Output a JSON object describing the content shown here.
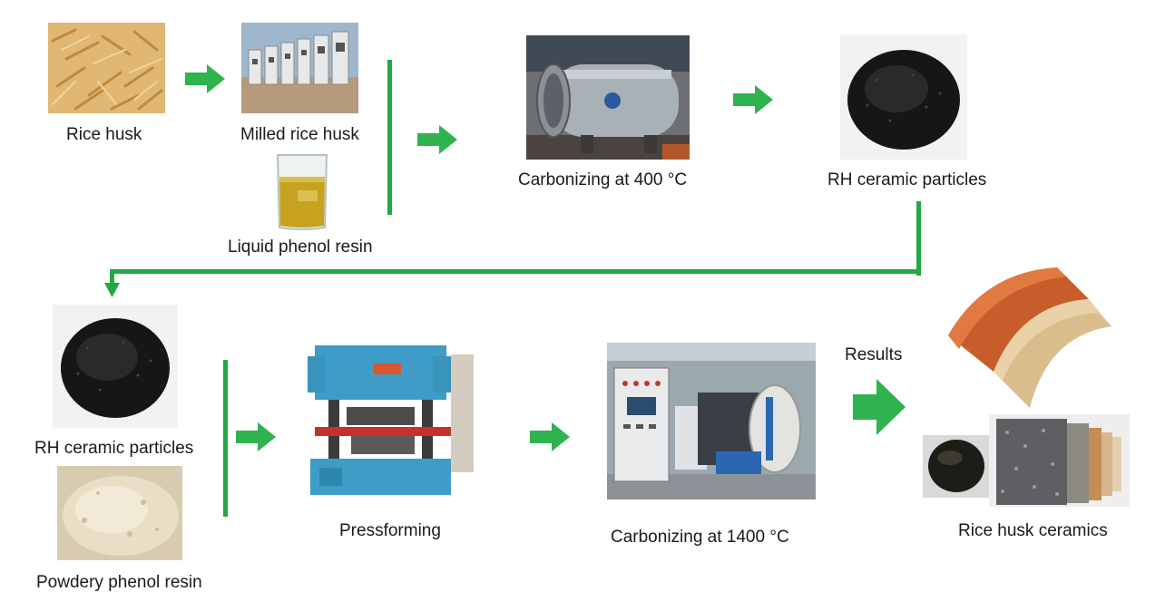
{
  "colors": {
    "arrow": "#2eb34f",
    "line": "#22a845"
  },
  "steps": {
    "rice_husk": "Rice husk",
    "milled_rice_husk": "Milled rice husk",
    "liquid_phenol_resin": "Liquid phenol resin",
    "carbonizing_400": "Carbonizing at 400 °C",
    "rh_ceramic_particles_top": "RH ceramic particles",
    "rh_ceramic_particles_bottom": "RH ceramic particles",
    "powdery_phenol_resin": "Powdery phenol resin",
    "pressforming": "Pressforming",
    "carbonizing_1400": "Carbonizing at 1400 °C",
    "results": "Results",
    "rice_husk_ceramics": "Rice husk ceramics"
  }
}
